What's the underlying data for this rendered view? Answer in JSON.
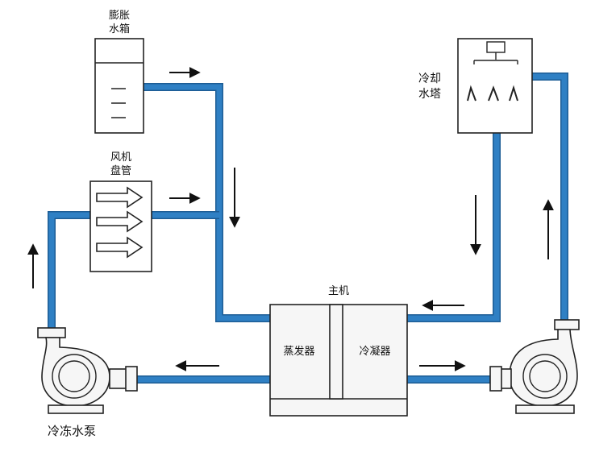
{
  "labels": {
    "expansion_tank": [
      "膨胀",
      "水箱"
    ],
    "fan_coil": [
      "风机",
      "盘管"
    ],
    "cooling_tower": [
      "冷却",
      "水塔"
    ],
    "main_unit": "主机",
    "evaporator": "蒸发器",
    "condenser": "冷凝器",
    "chilled_pump": "冷冻水泵"
  },
  "colors": {
    "pipe": "#2f80c4",
    "pipe_edge": "#1d5d95",
    "outline": "#222222",
    "box_fill": "#ffffff",
    "equipment_fill": "#f6f6f6",
    "arrow": "#111111"
  },
  "icons": {
    "flow_arrow": "arrow-icon",
    "pump": "centrifugal-pump-icon",
    "sprinkler": "sprinkler-icon",
    "fan_coil_arrow": "hollow-arrow-icon"
  }
}
